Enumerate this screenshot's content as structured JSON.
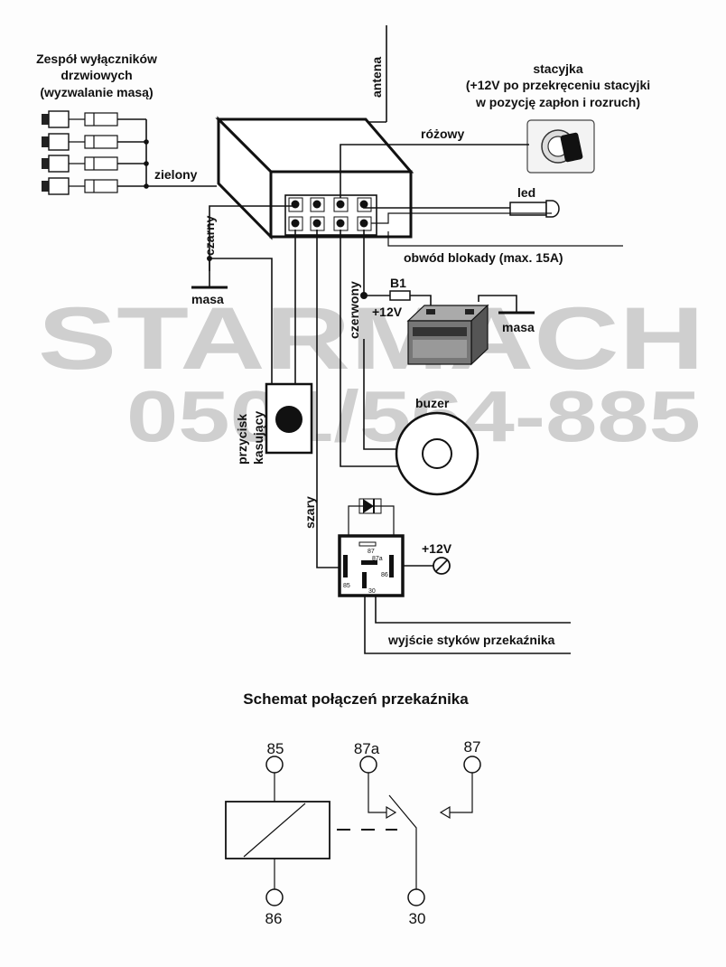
{
  "watermark": {
    "line1": "STARMACH",
    "line2": "0501/564-885"
  },
  "wiring": {
    "door_switches": {
      "line1": "Zespół  wyłączników",
      "line2": "drzwiowych",
      "line3": "(wyzwalanie masą)"
    },
    "antenna": "antena",
    "ignition": {
      "line1": "stacyjka",
      "line2": "(+12V po przekręceniu stacyjki",
      "line3": "w pozycję zapłon i rozruch)"
    },
    "pink": "różowy",
    "green": "zielony",
    "led": "led",
    "black": "czarny",
    "ground_1": "masa",
    "lock_circuit": "obwód blokady (max. 15A)",
    "fuse": "B1",
    "battery_plus": "+12V",
    "ground_2": "masa",
    "red": "czerwony",
    "reset_button": {
      "line1": "przycisk",
      "line2": "kasujący"
    },
    "buzzer": "buzer",
    "grey": "szary",
    "relay_supply": "+12V",
    "relay_output": "wyjście styków przekaźnika",
    "relay_small_pins": {
      "p87": "87",
      "p87a": "87a",
      "p85": "85",
      "p86": "86",
      "p30": "30"
    }
  },
  "relay_schematic": {
    "title": "Schemat połączeń przekaźnika",
    "pins": {
      "p85": "85",
      "p87a": "87a",
      "p87": "87",
      "p86": "86",
      "p30": "30"
    }
  }
}
